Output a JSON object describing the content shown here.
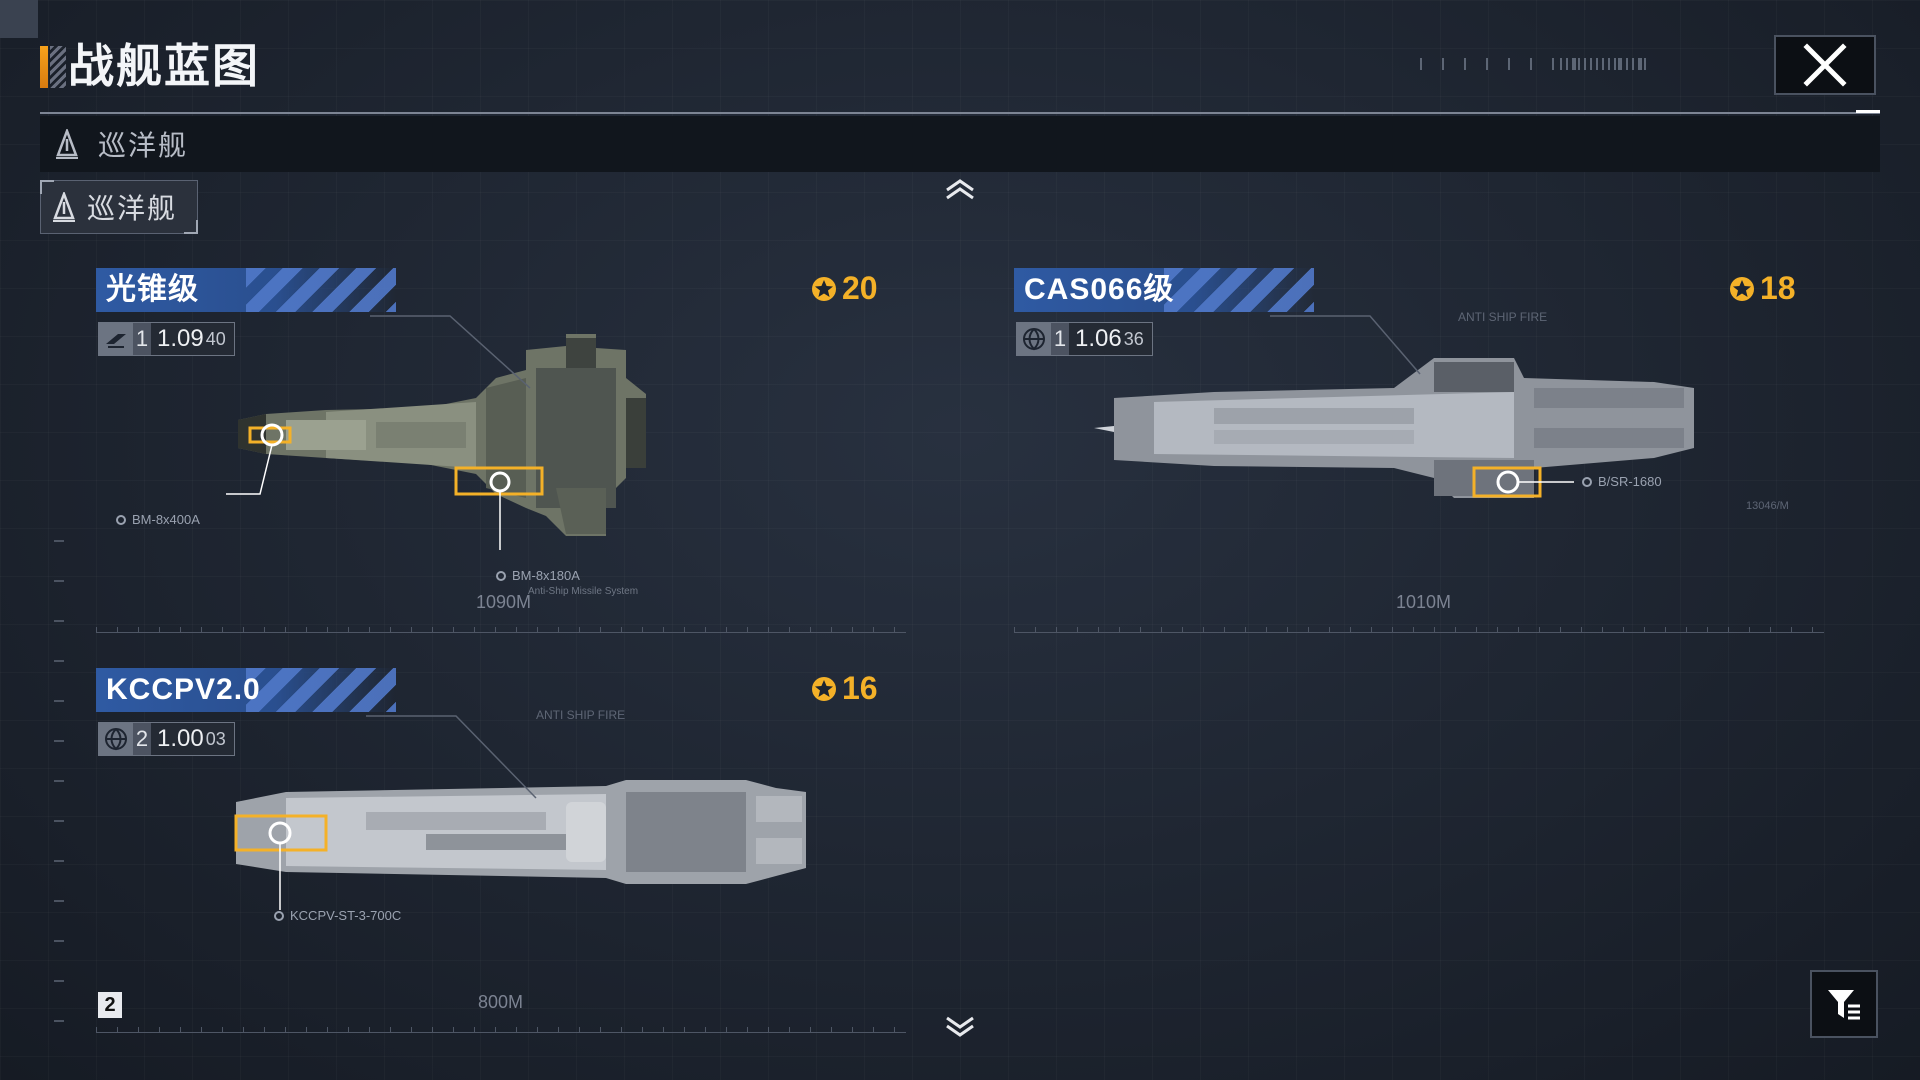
{
  "header": {
    "title": "战舰蓝图"
  },
  "category": {
    "label": "巡洋舰",
    "icon": "cruiser-icon"
  },
  "sub_tab": {
    "label": "巡洋舰",
    "icon": "cruiser-icon"
  },
  "ships": [
    {
      "name": "光锥级",
      "cost": "20",
      "tier": "1",
      "version_main": "1.09",
      "version_sub": "40",
      "stat_icon": "antiship-icon",
      "weapons": [
        "BM-8x400A",
        "BM-8x180A"
      ],
      "weapon_notes": [
        "Anti-Ship Missile System"
      ],
      "length": "1090M"
    },
    {
      "name": "CAS066级",
      "cost": "18",
      "tier": "1",
      "version_main": "1.06",
      "version_sub": "36",
      "stat_icon": "globe-icon",
      "weapons": [
        "B/SR-1680"
      ],
      "annotations": [
        "ANTI SHIP FIRE",
        "13046/M"
      ],
      "length": "1010M"
    },
    {
      "name": "KCCPV2.0",
      "cost": "16",
      "tier": "2",
      "version_main": "1.00",
      "version_sub": "03",
      "stat_icon": "globe-icon",
      "weapons": [
        "KCCPV-ST-3-700C"
      ],
      "annotations": [
        "ANTI SHIP FIRE"
      ],
      "length": "800M"
    }
  ],
  "owned_count": "2",
  "colors": {
    "accent": "#f7a21b",
    "cost": "#f4b128",
    "name_bar": "#2f5aa3"
  }
}
